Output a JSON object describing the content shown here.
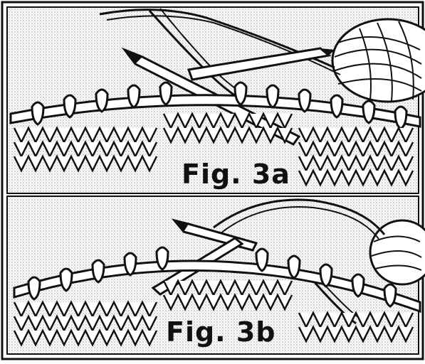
{
  "figure": {
    "panels": [
      {
        "id": "a",
        "caption": "Fig. 3a"
      },
      {
        "id": "b",
        "caption": "Fig. 3b"
      }
    ],
    "colors": {
      "ink": "#111111",
      "paper": "#ffffff",
      "halftone": "#dcdcdc"
    },
    "icons": [
      "knitting-needle-icon",
      "yarn-ball-icon",
      "knit-stitches-icon"
    ]
  }
}
